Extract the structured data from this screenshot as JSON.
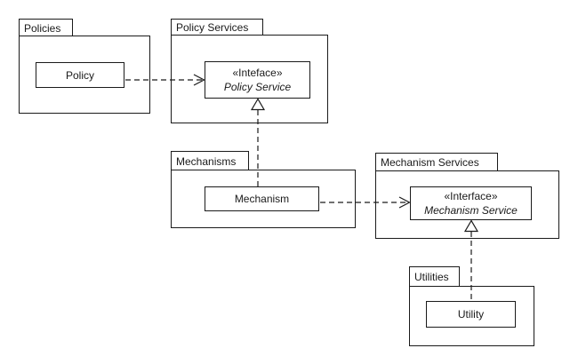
{
  "diagram": {
    "type": "uml-package-diagram",
    "colors": {
      "line": "#1a1a1a",
      "background": "#ffffff",
      "box_fill": "#ffffff"
    },
    "packages": {
      "policies": {
        "label": "Policies"
      },
      "policy_services": {
        "label": "Policy Services"
      },
      "mechanisms": {
        "label": "Mechanisms"
      },
      "mechanism_services": {
        "label": "Mechanism Services"
      },
      "utilities": {
        "label": "Utilities"
      }
    },
    "classes": {
      "policy": {
        "label": "Policy"
      },
      "policy_service": {
        "stereotype": "«Inteface»",
        "label": "Policy Service"
      },
      "mechanism": {
        "label": "Mechanism"
      },
      "mechanism_service": {
        "stereotype": "«Interface»",
        "label": "Mechanism Service"
      },
      "utility": {
        "label": "Utility"
      }
    },
    "relationships": [
      {
        "type": "dependency",
        "from": "Policy",
        "to": "Policy Service",
        "style": "dashed, open arrowhead"
      },
      {
        "type": "realization",
        "from": "Mechanism",
        "to": "Policy Service",
        "style": "dashed, hollow triangle"
      },
      {
        "type": "dependency",
        "from": "Mechanism",
        "to": "Mechanism Service",
        "style": "dashed, open arrowhead"
      },
      {
        "type": "realization",
        "from": "Utility",
        "to": "Mechanism Service",
        "style": "dashed, hollow triangle"
      }
    ]
  }
}
